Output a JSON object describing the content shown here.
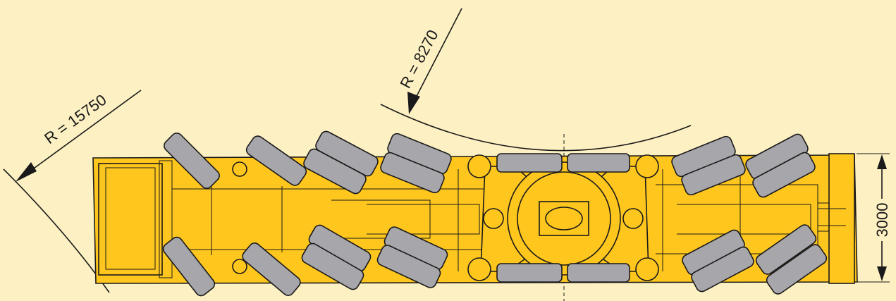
{
  "labels": {
    "outer_radius": "R = 15750",
    "inner_radius": "R = 8270",
    "width": "3000"
  },
  "colors": {
    "background": "#fdf0c2",
    "chassis": "#ffc61e",
    "wheel": "#a6a6ab",
    "stroke": "#1a1a1a"
  }
}
